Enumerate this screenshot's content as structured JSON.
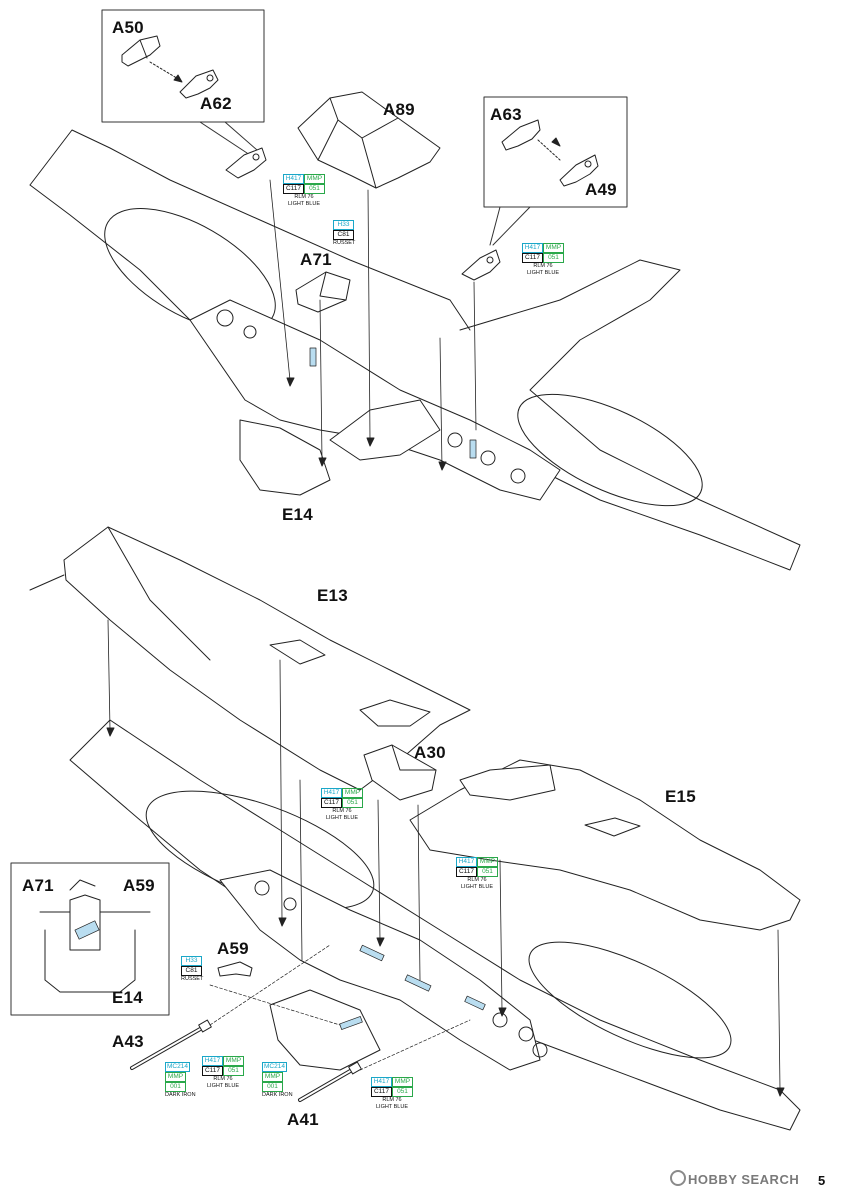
{
  "part_labels": {
    "a50": "A50",
    "a62": "A62",
    "a89": "A89",
    "a63": "A63",
    "a49": "A49",
    "a71_top": "A71",
    "e14_top": "E14",
    "e13": "E13",
    "a30": "A30",
    "e15": "E15",
    "a71_inset": "A71",
    "a59_inset": "A59",
    "e14_inset": "E14",
    "a59": "A59",
    "a43": "A43",
    "a41": "A41"
  },
  "color_callouts": {
    "rlm76_a": {
      "h": "H417",
      "mmp": "MMP",
      "c": "C117",
      "mmp_code": "051",
      "name": "RLM 76",
      "name2": "LIGHT BLUE"
    },
    "russet_top": {
      "h": "H33",
      "c": "C81",
      "name": "RUSSET"
    },
    "rlm76_b": {
      "h": "H417",
      "mmp": "MMP",
      "c": "C117",
      "mmp_code": "051",
      "name": "RLM 76",
      "name2": "LIGHT BLUE"
    },
    "rlm76_c": {
      "h": "H417",
      "mmp": "MMP",
      "c": "C117",
      "mmp_code": "051",
      "name": "RLM 76",
      "name2": "LIGHT BLUE"
    },
    "rlm76_d": {
      "h": "H417",
      "mmp": "MMP",
      "c": "C117",
      "mmp_code": "051",
      "name": "RLM 76",
      "name2": "LIGHT BLUE"
    },
    "russet_bottom": {
      "h": "H33",
      "c": "C81",
      "name": "RUSSET"
    },
    "rlm76_e": {
      "h": "H417",
      "mmp": "MMP",
      "c": "C117",
      "mmp_code": "051",
      "name": "RLM 76",
      "name2": "LIGHT BLUE"
    },
    "rlm76_f": {
      "h": "H417",
      "mmp": "MMP",
      "c": "C117",
      "mmp_code": "051",
      "name": "RLM 76",
      "name2": "LIGHT BLUE"
    },
    "dark_iron_a": {
      "mc": "MC214",
      "mmp": "MMP",
      "code": "001",
      "name": "DARK IRON"
    },
    "dark_iron_b": {
      "mc": "MC214",
      "mmp": "MMP",
      "code": "001",
      "name": "DARK IRON"
    }
  },
  "watermark": "HOBBY SEARCH",
  "page_number": "5",
  "colors": {
    "outline": "#222222",
    "rlm76_fill": "#b9ddf0",
    "callout_cyan": "#1aa7c8",
    "callout_green": "#2aa84a"
  }
}
